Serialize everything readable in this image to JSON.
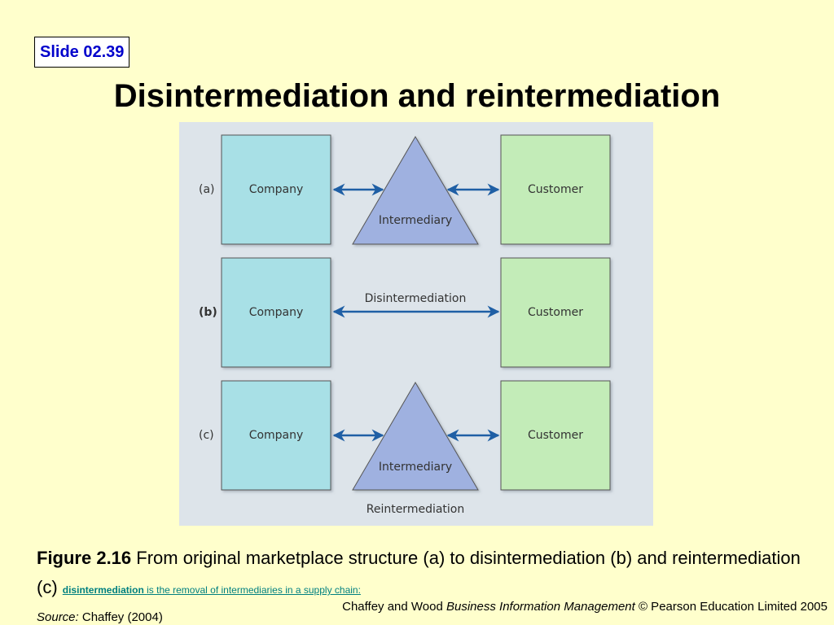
{
  "slide": {
    "number": "Slide 02.39",
    "title": "Disintermediation and reintermediation"
  },
  "figure": {
    "rows": [
      {
        "label": "(a)",
        "left": "Company",
        "right": "Customer",
        "middle": "Intermediary"
      },
      {
        "label": "(b)",
        "left": "Company",
        "right": "Customer",
        "middle": "Disintermediation"
      },
      {
        "label": "(c)",
        "left": "Company",
        "right": "Customer",
        "middle": "Intermediary",
        "bottom": "Reintermediation"
      }
    ],
    "colors": {
      "panel": "#dde4ea",
      "company": "#a8e0e6",
      "customer": "#c3ecb8",
      "intermediary": "#9fb1e0",
      "arrow": "#1f5fa5"
    }
  },
  "caption": {
    "figure_label": "Figure 2.16",
    "text": " From original marketplace structure (a) to disintermediation (b) and reintermediation (c) ",
    "link_bold": "disintermediation ",
    "link_rest": "is the removal of intermediaries in a supply chain:"
  },
  "footer": {
    "credit_prefix": "Chaffey and Wood ",
    "credit_title": "Business Information Management",
    "credit_suffix": " © Pearson Education Limited 2005",
    "source_label": "Source:",
    "source_text": " Chaffey (2004)"
  }
}
